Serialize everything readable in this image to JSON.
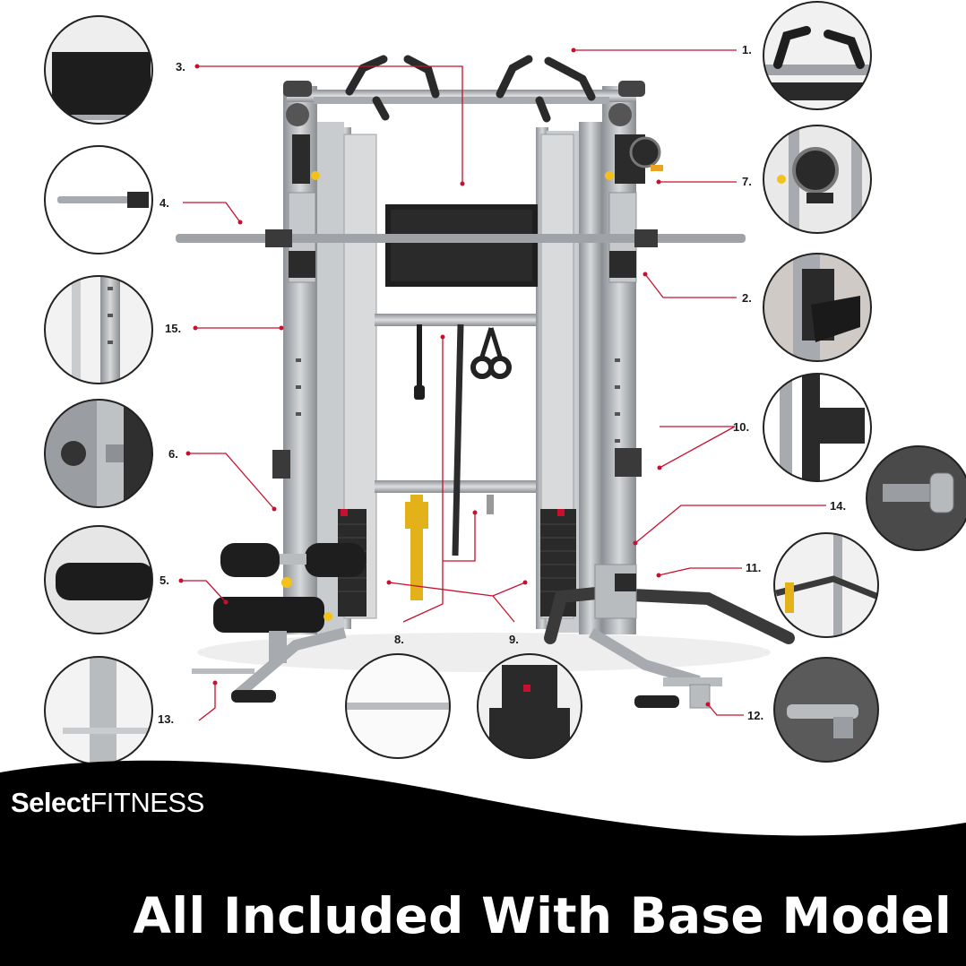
{
  "brand": {
    "name_bold": "Select",
    "name_regular": "FITNESS"
  },
  "tagline": "All Included With Base Model",
  "callouts": [
    {
      "id": "1",
      "label": "1."
    },
    {
      "id": "2",
      "label": "2."
    },
    {
      "id": "3",
      "label": "3."
    },
    {
      "id": "4",
      "label": "4."
    },
    {
      "id": "5",
      "label": "5."
    },
    {
      "id": "6",
      "label": "6."
    },
    {
      "id": "7",
      "label": "7."
    },
    {
      "id": "8",
      "label": "8."
    },
    {
      "id": "9",
      "label": "9."
    },
    {
      "id": "10",
      "label": "10."
    },
    {
      "id": "11",
      "label": "11."
    },
    {
      "id": "12",
      "label": "12."
    },
    {
      "id": "13",
      "label": "13."
    },
    {
      "id": "14",
      "label": "14."
    },
    {
      "id": "15",
      "label": "15."
    }
  ],
  "colors": {
    "leader_line": "#c8102e",
    "banner": "#000000",
    "frame_steel": "#b9bcbf",
    "pad": "#1c1c1c",
    "strap": "#e3b21a",
    "pin": "#f2c21b"
  }
}
